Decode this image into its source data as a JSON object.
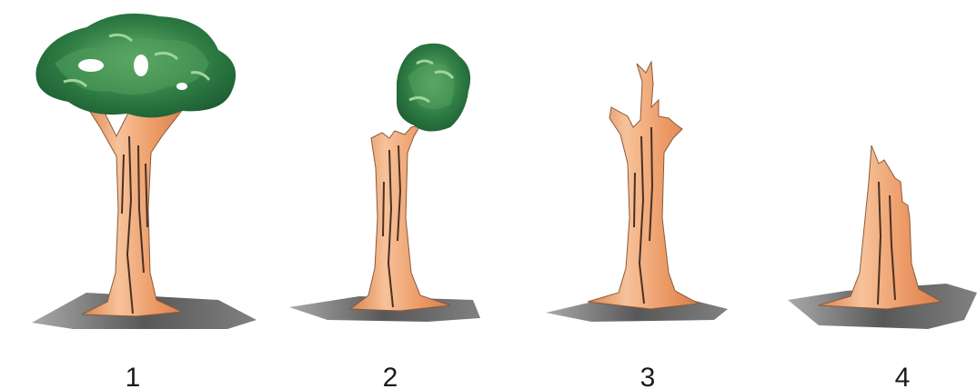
{
  "stages": [
    {
      "label": "1"
    },
    {
      "label": "2"
    },
    {
      "label": "3"
    },
    {
      "label": "4"
    }
  ],
  "colors": {
    "trunk": "#ec9a66",
    "trunk_light": "#f7c29a",
    "bark_line": "#4a3024",
    "canopy_dark": "#1f6b3a",
    "canopy_mid": "#3d8f4f",
    "canopy_light": "#8fca8a",
    "shadow": "#5a5a5a"
  }
}
